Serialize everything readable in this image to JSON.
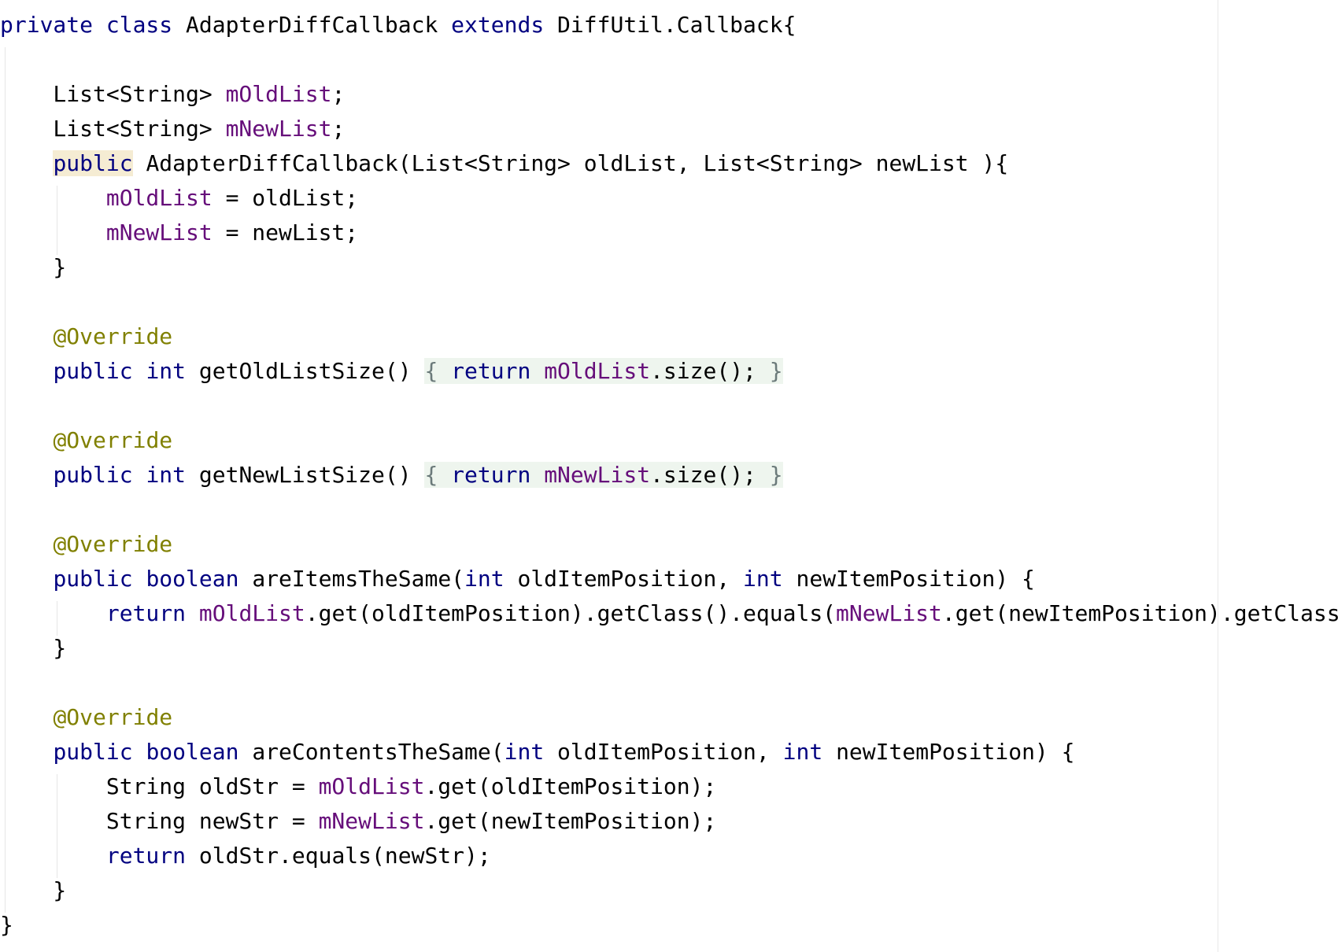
{
  "code": {
    "lines": [
      [
        {
          "text": "private class ",
          "type": "kw"
        },
        {
          "text": "AdapterDiffCallback ",
          "type": "plain"
        },
        {
          "text": "extends ",
          "type": "kw"
        },
        {
          "text": "DiffUtil.Callback{",
          "type": "plain"
        }
      ],
      [],
      [
        {
          "text": "    List<String> ",
          "type": "plain"
        },
        {
          "text": "mOldList",
          "type": "field"
        },
        {
          "text": ";",
          "type": "plain"
        }
      ],
      [
        {
          "text": "    List<String> ",
          "type": "plain"
        },
        {
          "text": "mNewList",
          "type": "field"
        },
        {
          "text": ";",
          "type": "plain"
        }
      ],
      [
        {
          "text": "    ",
          "type": "plain"
        },
        {
          "text": "public",
          "type": "kw",
          "hl": "yellow"
        },
        {
          "text": " AdapterDiffCallback(List<String> oldList, List<String> newList ){",
          "type": "plain"
        }
      ],
      [
        {
          "text": "        ",
          "type": "plain"
        },
        {
          "text": "mOldList",
          "type": "field"
        },
        {
          "text": " = oldList;",
          "type": "plain"
        }
      ],
      [
        {
          "text": "        ",
          "type": "plain"
        },
        {
          "text": "mNewList",
          "type": "field"
        },
        {
          "text": " = newList;",
          "type": "plain"
        }
      ],
      [
        {
          "text": "    }",
          "type": "plain"
        }
      ],
      [],
      [
        {
          "text": "    ",
          "type": "plain"
        },
        {
          "text": "@Override",
          "type": "anno"
        }
      ],
      [
        {
          "text": "    ",
          "type": "plain"
        },
        {
          "text": "public int ",
          "type": "kw"
        },
        {
          "text": "getOldListSize() ",
          "type": "plain"
        },
        {
          "text": "{ ",
          "type": "brace",
          "hl": "green"
        },
        {
          "text": "return ",
          "type": "kw",
          "hl": "green"
        },
        {
          "text": "mOldList",
          "type": "field",
          "hl": "green"
        },
        {
          "text": ".size(); ",
          "type": "plain",
          "hl": "green"
        },
        {
          "text": "}",
          "type": "brace",
          "hl": "green"
        }
      ],
      [],
      [
        {
          "text": "    ",
          "type": "plain"
        },
        {
          "text": "@Override",
          "type": "anno"
        }
      ],
      [
        {
          "text": "    ",
          "type": "plain"
        },
        {
          "text": "public int ",
          "type": "kw"
        },
        {
          "text": "getNewListSize() ",
          "type": "plain"
        },
        {
          "text": "{ ",
          "type": "brace",
          "hl": "green"
        },
        {
          "text": "return ",
          "type": "kw",
          "hl": "green"
        },
        {
          "text": "mNewList",
          "type": "field",
          "hl": "green"
        },
        {
          "text": ".size(); ",
          "type": "plain",
          "hl": "green"
        },
        {
          "text": "}",
          "type": "brace",
          "hl": "green"
        }
      ],
      [],
      [
        {
          "text": "    ",
          "type": "plain"
        },
        {
          "text": "@Override",
          "type": "anno"
        }
      ],
      [
        {
          "text": "    ",
          "type": "plain"
        },
        {
          "text": "public boolean ",
          "type": "kw"
        },
        {
          "text": "areItemsTheSame(",
          "type": "plain"
        },
        {
          "text": "int ",
          "type": "kw"
        },
        {
          "text": "oldItemPosition, ",
          "type": "plain"
        },
        {
          "text": "int ",
          "type": "kw"
        },
        {
          "text": "newItemPosition) {",
          "type": "plain"
        }
      ],
      [
        {
          "text": "        ",
          "type": "plain"
        },
        {
          "text": "return ",
          "type": "kw"
        },
        {
          "text": "mOldList",
          "type": "field"
        },
        {
          "text": ".get(oldItemPosition).getClass().equals(",
          "type": "plain"
        },
        {
          "text": "mNewList",
          "type": "field"
        },
        {
          "text": ".get(newItemPosition).getClass());",
          "type": "plain"
        }
      ],
      [
        {
          "text": "    }",
          "type": "plain"
        }
      ],
      [],
      [
        {
          "text": "    ",
          "type": "plain"
        },
        {
          "text": "@Override",
          "type": "anno"
        }
      ],
      [
        {
          "text": "    ",
          "type": "plain"
        },
        {
          "text": "public boolean ",
          "type": "kw"
        },
        {
          "text": "areContentsTheSame(",
          "type": "plain"
        },
        {
          "text": "int ",
          "type": "kw"
        },
        {
          "text": "oldItemPosition, ",
          "type": "plain"
        },
        {
          "text": "int ",
          "type": "kw"
        },
        {
          "text": "newItemPosition) {",
          "type": "plain"
        }
      ],
      [
        {
          "text": "        String oldStr = ",
          "type": "plain"
        },
        {
          "text": "mOldList",
          "type": "field"
        },
        {
          "text": ".get(oldItemPosition);",
          "type": "plain"
        }
      ],
      [
        {
          "text": "        String newStr = ",
          "type": "plain"
        },
        {
          "text": "mNewList",
          "type": "field"
        },
        {
          "text": ".get(newItemPosition);",
          "type": "plain"
        }
      ],
      [
        {
          "text": "        ",
          "type": "plain"
        },
        {
          "text": "return ",
          "type": "kw"
        },
        {
          "text": "oldStr.equals(newStr);",
          "type": "plain"
        }
      ],
      [
        {
          "text": "    }",
          "type": "plain"
        }
      ],
      [
        {
          "text": "}",
          "type": "plain"
        }
      ]
    ]
  },
  "colors": {
    "background": "#ffffff",
    "keyword": "#000080",
    "field": "#660e7a",
    "annotation": "#808000",
    "plain": "#000000",
    "highlight_yellow": "#f5ecd3",
    "highlight_green": "#eef5ee"
  }
}
